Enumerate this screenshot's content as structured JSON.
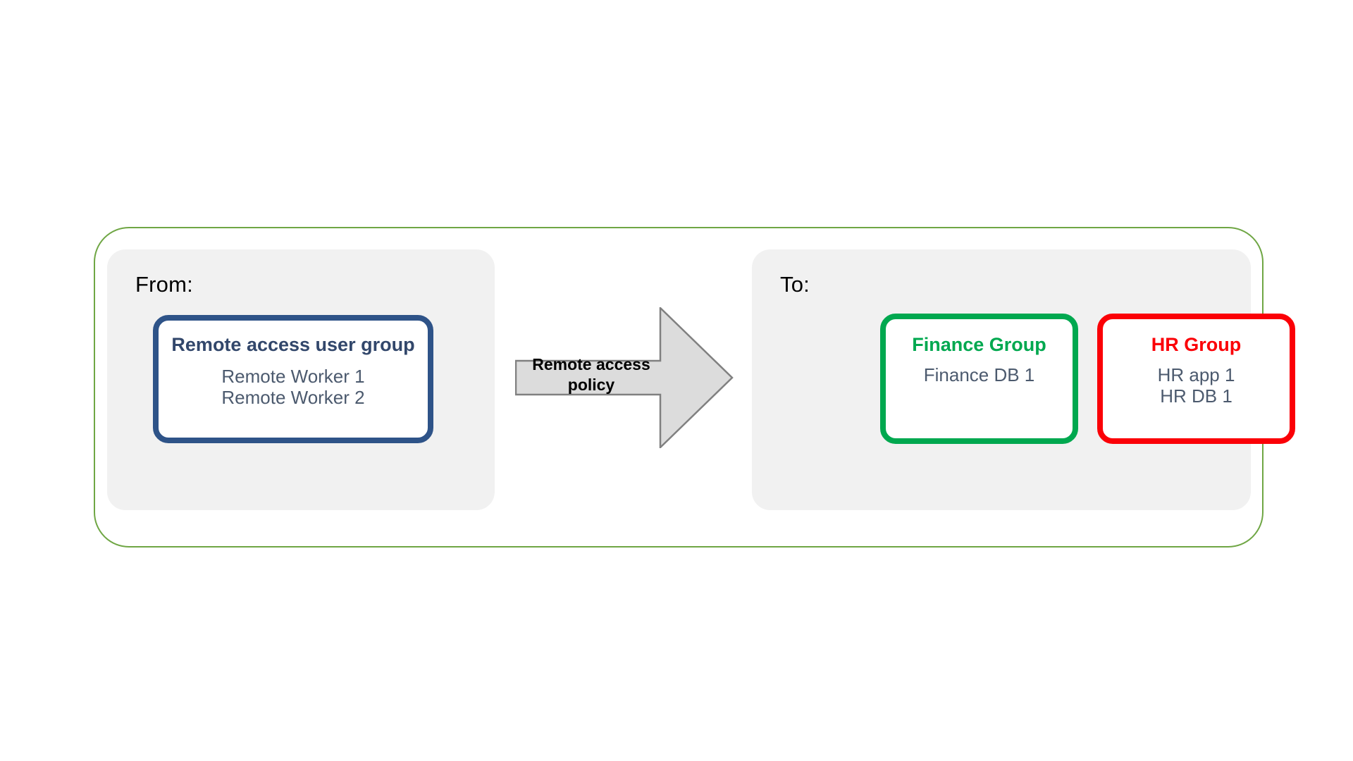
{
  "diagram": {
    "title_colors": {
      "outer_border": "#6FA644",
      "panel_bg": "#F1F1F1",
      "remote_group_border": "#2E5388",
      "remote_group_title": "#32476B",
      "finance_border": "#00A84F",
      "finance_title": "#00A84F",
      "hr_border": "#FB0007",
      "hr_title": "#FB0007",
      "member_text": "#4C5A6E",
      "arrow_fill": "#DCDCDC",
      "arrow_stroke": "#808080"
    },
    "from_panel": {
      "label": "From:",
      "group": {
        "title": "Remote access user group",
        "members_line1": "Remote Worker 1",
        "members_line2": "Remote Worker 2"
      }
    },
    "arrow": {
      "label_line1": "Remote access",
      "label_line2": "policy",
      "direction": "right"
    },
    "to_panel": {
      "label": "To:",
      "groups": [
        {
          "title": "Finance Group",
          "members_line1": "Finance DB 1",
          "members_line2": ""
        },
        {
          "title": "HR Group",
          "members_line1": "HR app 1",
          "members_line2": "HR DB  1"
        }
      ]
    }
  }
}
